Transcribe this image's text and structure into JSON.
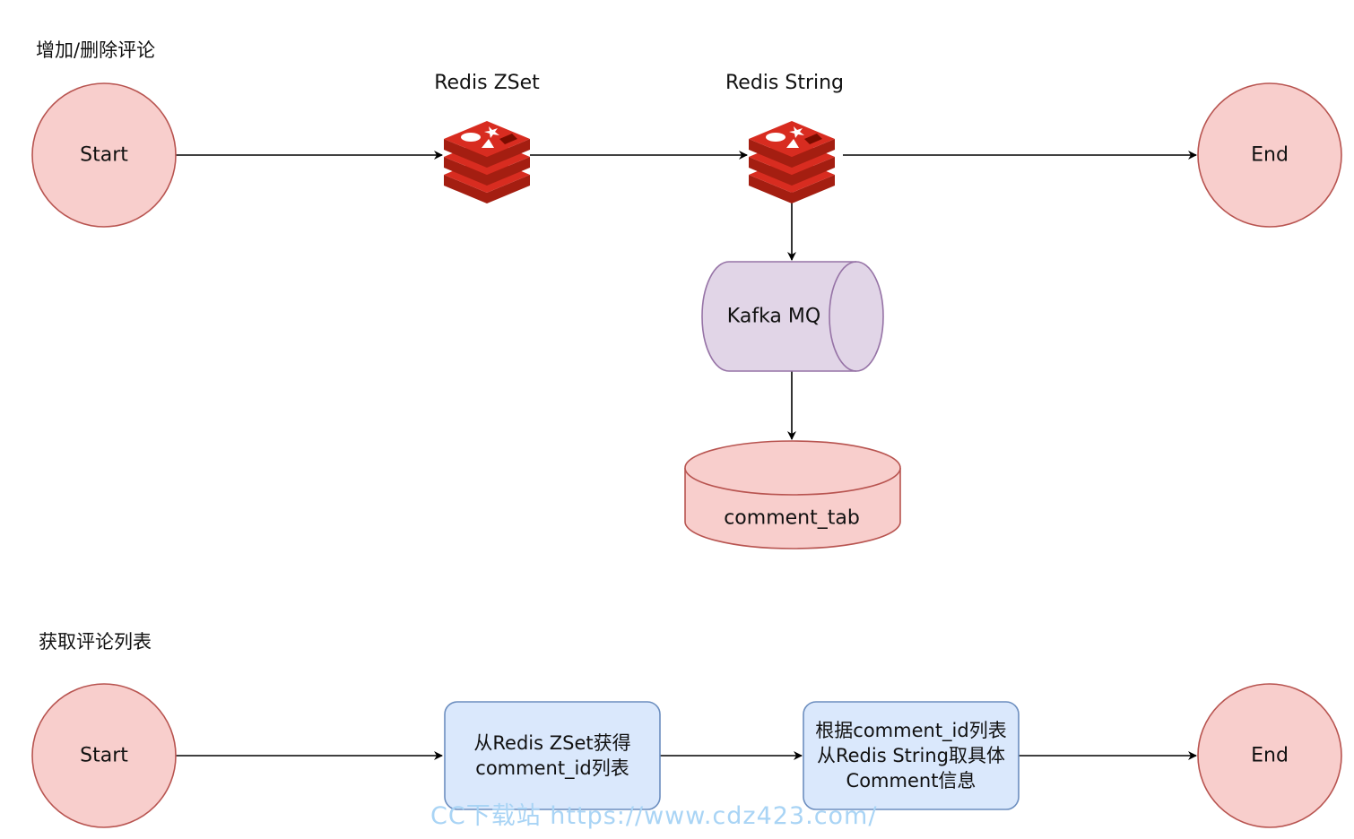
{
  "sections": {
    "add_delete": {
      "title": "增加/删除评论"
    },
    "fetch_list": {
      "title": "获取评论列表"
    }
  },
  "flow_top": {
    "start": "Start",
    "zset": {
      "caption": "Redis ZSet",
      "icon": "redis-icon"
    },
    "string": {
      "caption": "Redis String",
      "icon": "redis-icon"
    },
    "end": "End",
    "mq": "Kafka MQ",
    "db": "comment_tab"
  },
  "flow_bottom": {
    "start": "Start",
    "step1": [
      "从Redis ZSet获得",
      "comment_id列表"
    ],
    "step2": [
      "根据comment_id列表",
      "从Redis String取具体",
      "Comment信息"
    ],
    "end": "End"
  },
  "watermark": "CC下载站  https://www.cdz423.com/",
  "colors": {
    "terminal_fill": "#f8cecc",
    "terminal_stroke": "#b85450",
    "queue_fill": "#e1d5e7",
    "queue_stroke": "#9673a6",
    "process_fill": "#dae8fc",
    "process_stroke": "#6c8ebf",
    "redis_red": "#c6302b",
    "redis_dark": "#a41e11"
  }
}
